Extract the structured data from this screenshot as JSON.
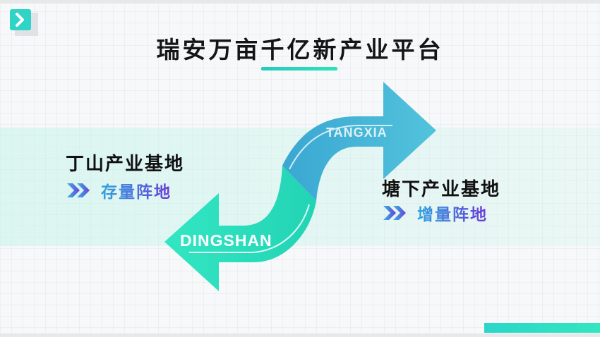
{
  "title": "瑞安万亩千亿新产业平台",
  "arrow_top": {
    "label": "TANGXIA"
  },
  "arrow_bottom": {
    "label": "DINGSHAN"
  },
  "site_left": {
    "name": "丁山产业基地",
    "tag": "存量阵地"
  },
  "site_right": {
    "name": "塘下产业基地",
    "tag": "增量阵地"
  },
  "colors": {
    "accent_teal": "#2ee3b8",
    "arrow_blue": "#3fb4d6",
    "tag_gradient_start": "#2fa4e0",
    "tag_gradient_end": "#6a3ad8"
  },
  "icons": {
    "corner": "chevron-right-icon",
    "tag_marker": "double-chevron-icon"
  }
}
